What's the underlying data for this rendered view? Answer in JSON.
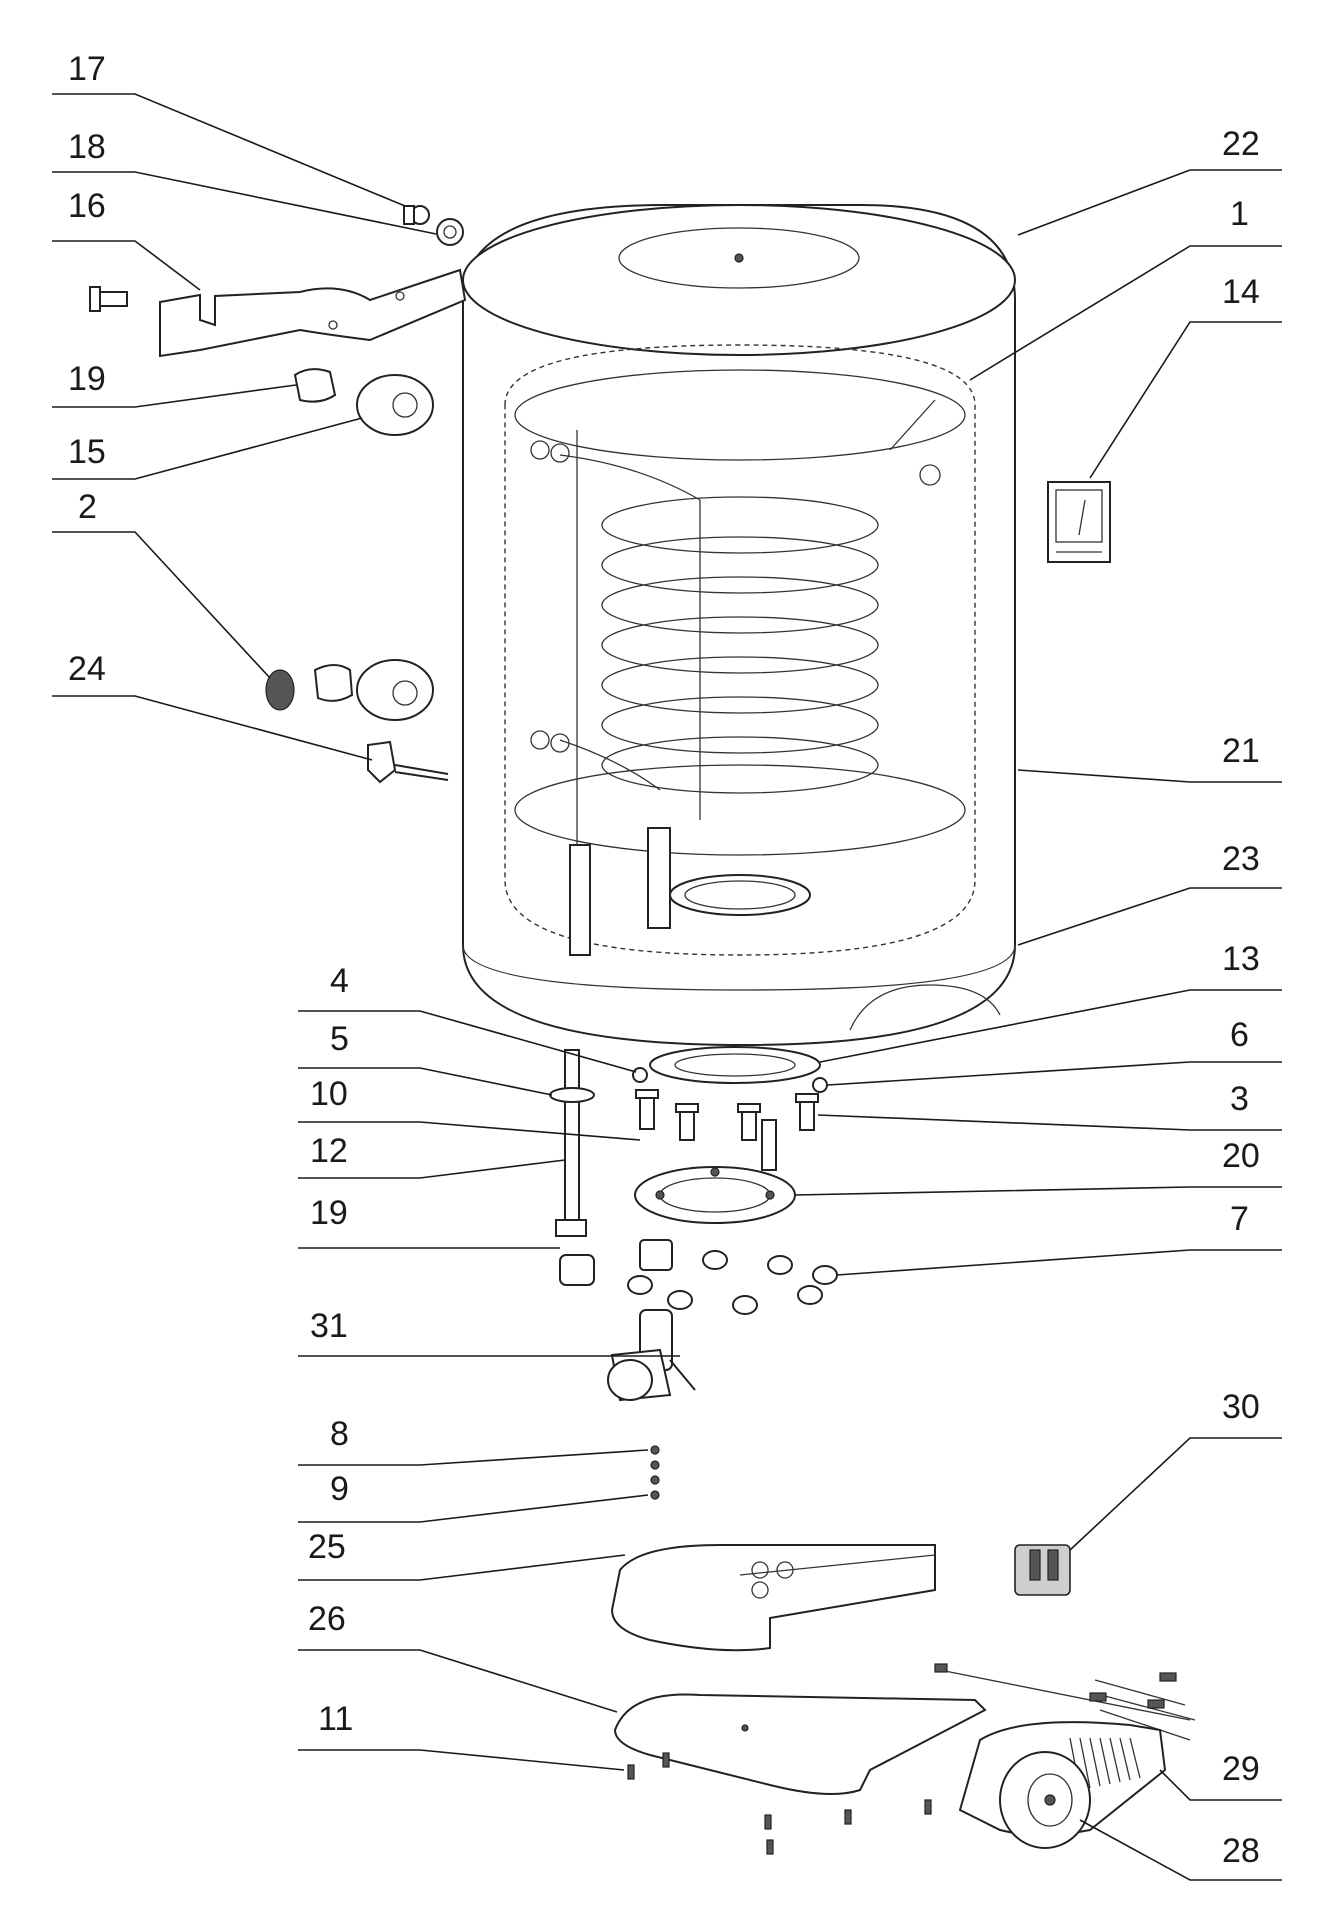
{
  "diagram": {
    "callouts": [
      {
        "id": "17",
        "label": "17"
      },
      {
        "id": "18",
        "label": "18"
      },
      {
        "id": "16",
        "label": "16"
      },
      {
        "id": "19a",
        "label": "19"
      },
      {
        "id": "15",
        "label": "15"
      },
      {
        "id": "2",
        "label": "2"
      },
      {
        "id": "24",
        "label": "24"
      },
      {
        "id": "4",
        "label": "4"
      },
      {
        "id": "5",
        "label": "5"
      },
      {
        "id": "10",
        "label": "10"
      },
      {
        "id": "12",
        "label": "12"
      },
      {
        "id": "19b",
        "label": "19"
      },
      {
        "id": "31",
        "label": "31"
      },
      {
        "id": "8",
        "label": "8"
      },
      {
        "id": "9",
        "label": "9"
      },
      {
        "id": "25",
        "label": "25"
      },
      {
        "id": "26",
        "label": "26"
      },
      {
        "id": "11",
        "label": "11"
      },
      {
        "id": "22",
        "label": "22"
      },
      {
        "id": "1",
        "label": "1"
      },
      {
        "id": "14",
        "label": "14"
      },
      {
        "id": "21",
        "label": "21"
      },
      {
        "id": "23",
        "label": "23"
      },
      {
        "id": "13",
        "label": "13"
      },
      {
        "id": "6",
        "label": "6"
      },
      {
        "id": "3",
        "label": "3"
      },
      {
        "id": "20",
        "label": "20"
      },
      {
        "id": "7",
        "label": "7"
      },
      {
        "id": "30",
        "label": "30"
      },
      {
        "id": "29",
        "label": "29"
      },
      {
        "id": "28",
        "label": "28"
      }
    ]
  }
}
